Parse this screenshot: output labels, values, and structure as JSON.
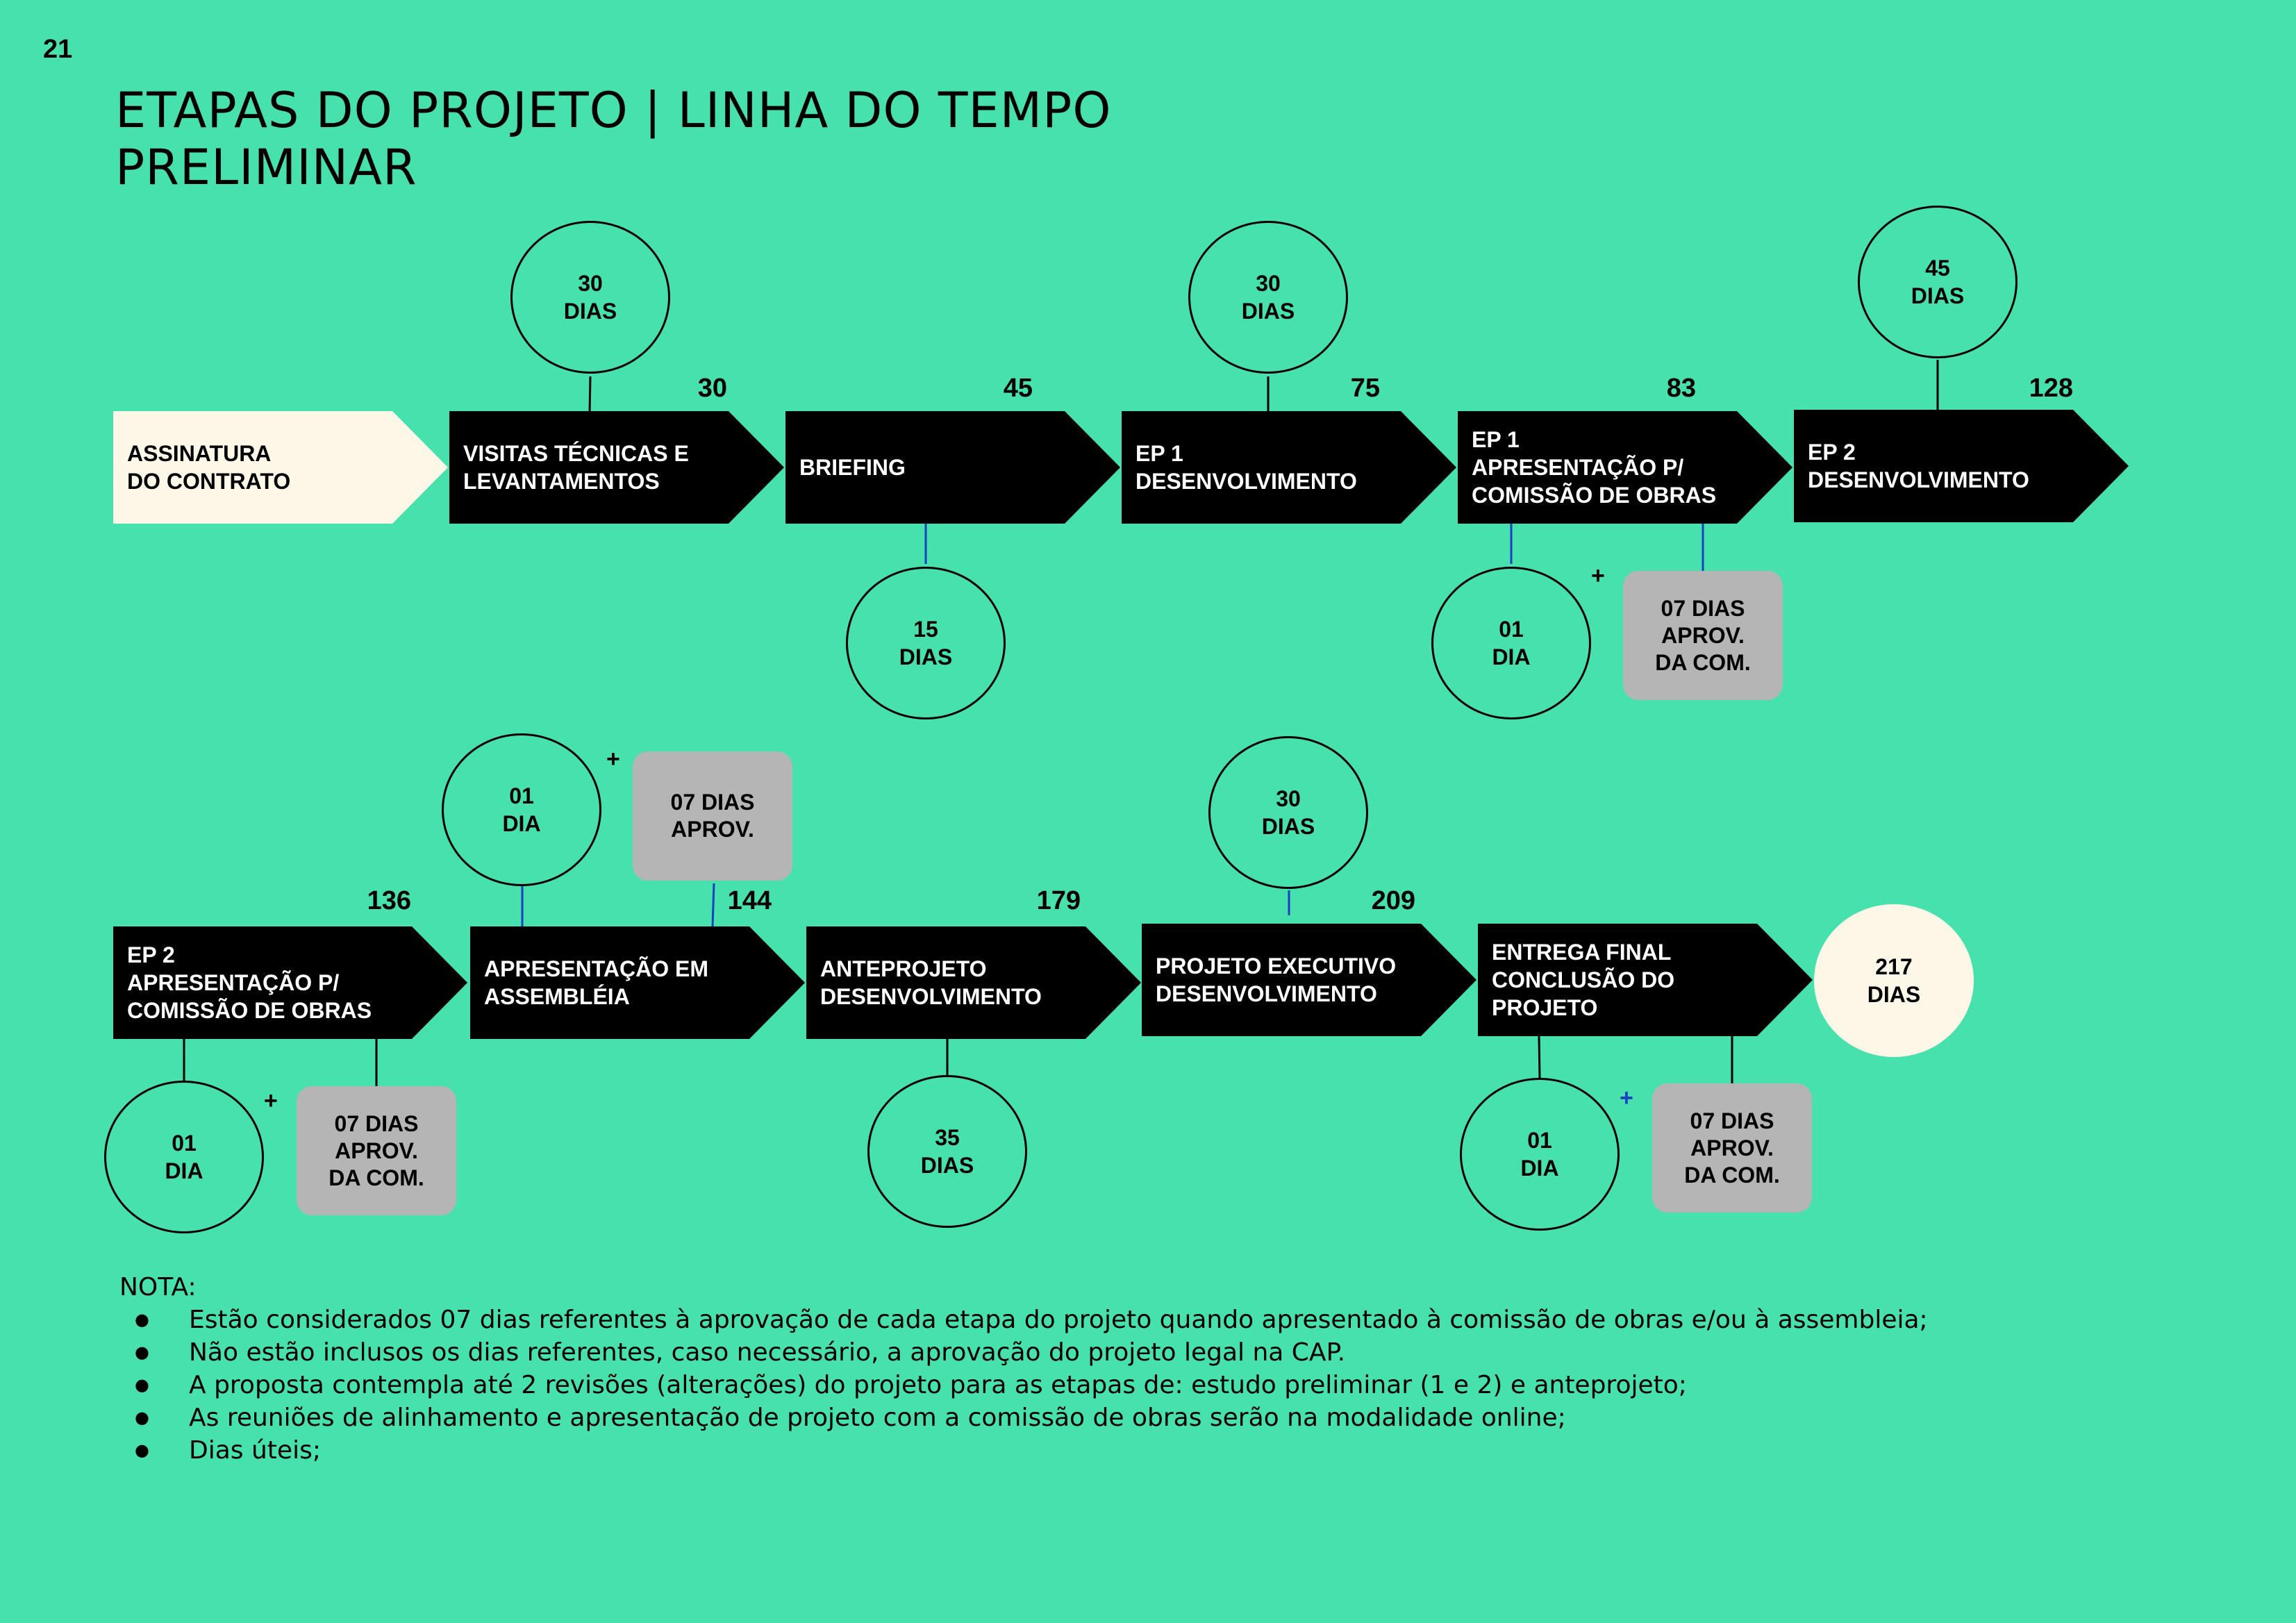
{
  "page_number": "21",
  "title": {
    "line1": "ETAPAS DO PROJETO | LINHA DO TEMPO",
    "line2": "PRELIMINAR"
  },
  "steps": {
    "s1": "ASSINATURA\nDO CONTRATO",
    "s2": "VISITAS TÉCNICAS E\nLEVANTAMENTOS",
    "s3": "BRIEFING",
    "s4": "EP 1\nDESENVOLVIMENTO",
    "s5": "EP 1\nAPRESENTAÇÃO P/\nCOMISSÃO DE OBRAS",
    "s6": "EP 2\nDESENVOLVIMENTO",
    "s7": "EP 2\nAPRESENTAÇÃO P/\nCOMISSÃO DE OBRAS",
    "s8": "APRESENTAÇÃO EM\nASSEMBLÉIA",
    "s9": "ANTEPROJETO\nDESENVOLVIMENTO",
    "s10": "PROJETO EXECUTIVO\nDESENVOLVIMENTO",
    "s11": "ENTREGA FINAL\nCONCLUSÃO DO\nPROJETO"
  },
  "cumulative_days": {
    "n30": "30",
    "n45": "45",
    "n75": "75",
    "n83": "83",
    "n128": "128",
    "n136": "136",
    "n144": "144",
    "n179": "179",
    "n209": "209"
  },
  "durations": {
    "c1": "30\nDIAS",
    "c2": "15\nDIAS",
    "c3": "30\nDIAS",
    "c4": "01\nDIA",
    "c5": "45\nDIAS",
    "c6": "01\nDIA",
    "c7": "01\nDIA",
    "c8": "35\nDIAS",
    "c9": "30\nDIAS",
    "c10": "01\nDIA",
    "total": "217\nDIAS"
  },
  "approval": {
    "b1": "07 DIAS\nAPROV.\nDA COM.",
    "b2": "07 DIAS\nAPROV.",
    "b3": "07 DIAS\nAPROV.\nDA COM.",
    "b4": "07 DIAS\nAPROV.\nDA COM."
  },
  "plus": "+",
  "note": {
    "label": "NOTA:",
    "items": [
      "Estão considerados 07  dias referentes à aprovação de cada etapa do projeto quando apresentado à comissão de obras e/ou à assembleia;",
      "Não estão inclusos os dias referentes, caso necessário, a aprovação do projeto legal na CAP.",
      "A proposta contempla até 2 revisões (alterações) do projeto para as etapas de: estudo preliminar (1 e 2) e anteprojeto;",
      "As reuniões de alinhamento e apresentação de projeto com a comissão de obras serão na modalidade online;",
      "Dias úteis;"
    ]
  },
  "colors": {
    "background": "#47e1ae",
    "arrow": "#000000",
    "start_arrow": "#fdf7e8",
    "approval_box": "#b5b5b5",
    "connector_blue": "#1a3fc0"
  }
}
